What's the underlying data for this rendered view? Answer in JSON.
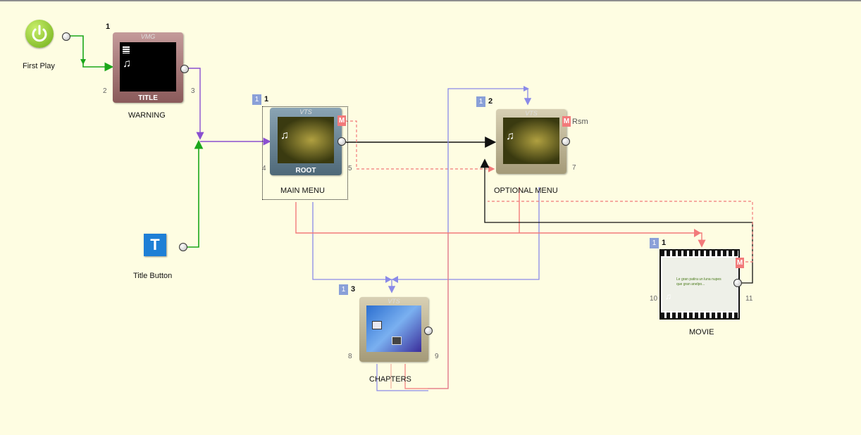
{
  "nodes": {
    "first_play": {
      "label": "First Play",
      "icon": "power-icon"
    },
    "title_button": {
      "label": "Title Button",
      "icon_glyph": "T"
    },
    "warning": {
      "header": "VMG",
      "footer": "TITLE",
      "label": "WARNING",
      "id": "1",
      "port_in": "2",
      "port_out": "3"
    },
    "main_menu": {
      "header": "VTS",
      "footer": "ROOT",
      "label": "MAIN MENU",
      "badge": "1",
      "id": "1",
      "m_badge": "M",
      "port_in": "4",
      "port_out": "5"
    },
    "optional_menu": {
      "header": "VTS",
      "label": "OPTIONAL MENU",
      "badge": "1",
      "id": "2",
      "m_badge": "M",
      "rsm": "Rsm",
      "port_out": "7"
    },
    "chapters": {
      "header": "VTS",
      "label": "CHAPTERS",
      "badge": "1",
      "id": "3",
      "port_in": "8",
      "port_out": "9"
    },
    "movie": {
      "label": "MOVIE",
      "badge": "1",
      "id": "1",
      "m_badge": "M",
      "port_in": "10",
      "port_out": "11",
      "screen_text": "Le gran patira un luna nupes que gran anelpo..."
    }
  },
  "colors": {
    "background": "#fefde2",
    "green_link": "#1aa71a",
    "purple_link": "#8a4fd0",
    "blue_link": "#8a8ae8",
    "red_link": "#f27a7a",
    "black_link": "#111111"
  }
}
